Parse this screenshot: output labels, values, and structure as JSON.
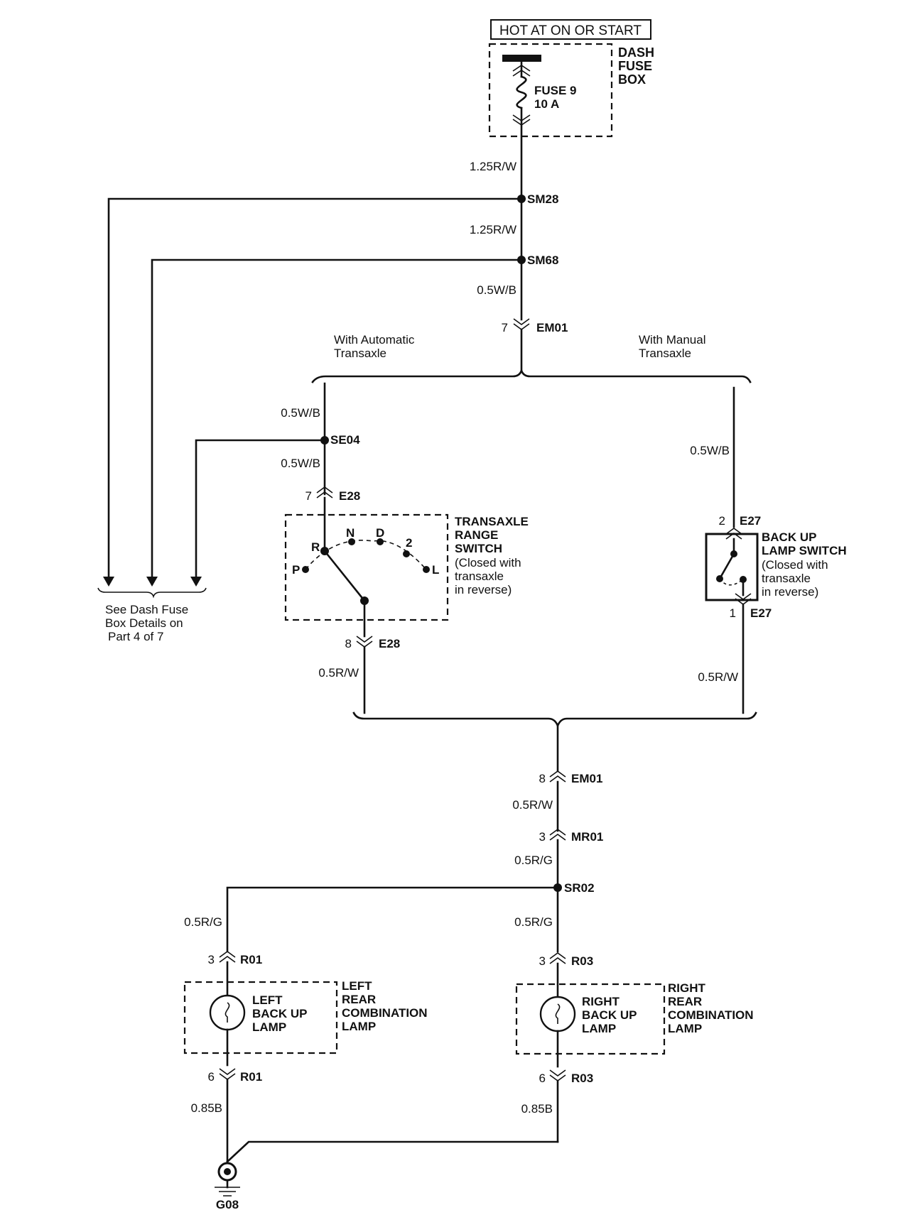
{
  "power": {
    "source": "HOT AT ON OR START",
    "fuse_box": [
      "DASH",
      "FUSE",
      "BOX"
    ],
    "fuse": [
      "FUSE 9",
      "10 A"
    ]
  },
  "wires": {
    "w1": "1.25R/W",
    "w2": "1.25R/W",
    "w3": "0.5W/B",
    "w4": "0.5W/B",
    "w5": "0.5W/B",
    "w6": "0.5W/B",
    "w7": "0.5R/W",
    "w8": "0.5R/W",
    "w9": "0.5R/W",
    "w10": "0.5R/G",
    "w11": "0.5R/G",
    "w12": "0.5R/G",
    "w13": "0.85B",
    "w14": "0.85B"
  },
  "splices": {
    "sm28": "SM28",
    "sm68": "SM68",
    "se04": "SE04",
    "sr02": "SR02"
  },
  "connectors": {
    "em01_top": {
      "pin": "7",
      "name": "EM01"
    },
    "e28_top": {
      "pin": "7",
      "name": "E28"
    },
    "e28_bot": {
      "pin": "8",
      "name": "E28"
    },
    "e27_top": {
      "pin": "2",
      "name": "E27"
    },
    "e27_bot": {
      "pin": "1",
      "name": "E27"
    },
    "em01_bot": {
      "pin": "8",
      "name": "EM01"
    },
    "mr01": {
      "pin": "3",
      "name": "MR01"
    },
    "r01_top": {
      "pin": "3",
      "name": "R01"
    },
    "r01_bot": {
      "pin": "6",
      "name": "R01"
    },
    "r03_top": {
      "pin": "3",
      "name": "R03"
    },
    "r03_bot": {
      "pin": "6",
      "name": "R03"
    }
  },
  "branches": {
    "automatic": [
      "With Automatic",
      "Transaxle"
    ],
    "manual": [
      "With Manual",
      "Transaxle"
    ]
  },
  "dash_ref": [
    "See Dash Fuse",
    "Box Details on",
    "Part 4 of 7"
  ],
  "range_switch": {
    "title": [
      "TRANSAXLE",
      "RANGE",
      "SWITCH"
    ],
    "note": [
      "(Closed with",
      "transaxle",
      "in reverse)"
    ],
    "positions": {
      "p": "P",
      "r": "R",
      "n": "N",
      "d": "D",
      "two": "2",
      "l": "L"
    }
  },
  "backup_switch": {
    "title": [
      "BACK UP",
      "LAMP SWITCH"
    ],
    "note": [
      "(Closed with",
      "transaxle",
      "in reverse)"
    ]
  },
  "left_lamp": {
    "label": [
      "LEFT",
      "BACK UP",
      "LAMP"
    ],
    "assembly": [
      "LEFT",
      "REAR",
      "COMBINATION",
      "LAMP"
    ]
  },
  "right_lamp": {
    "label": [
      "RIGHT",
      "BACK UP",
      "LAMP"
    ],
    "assembly": [
      "RIGHT",
      "REAR",
      "COMBINATION",
      "LAMP"
    ]
  },
  "ground": "G08"
}
